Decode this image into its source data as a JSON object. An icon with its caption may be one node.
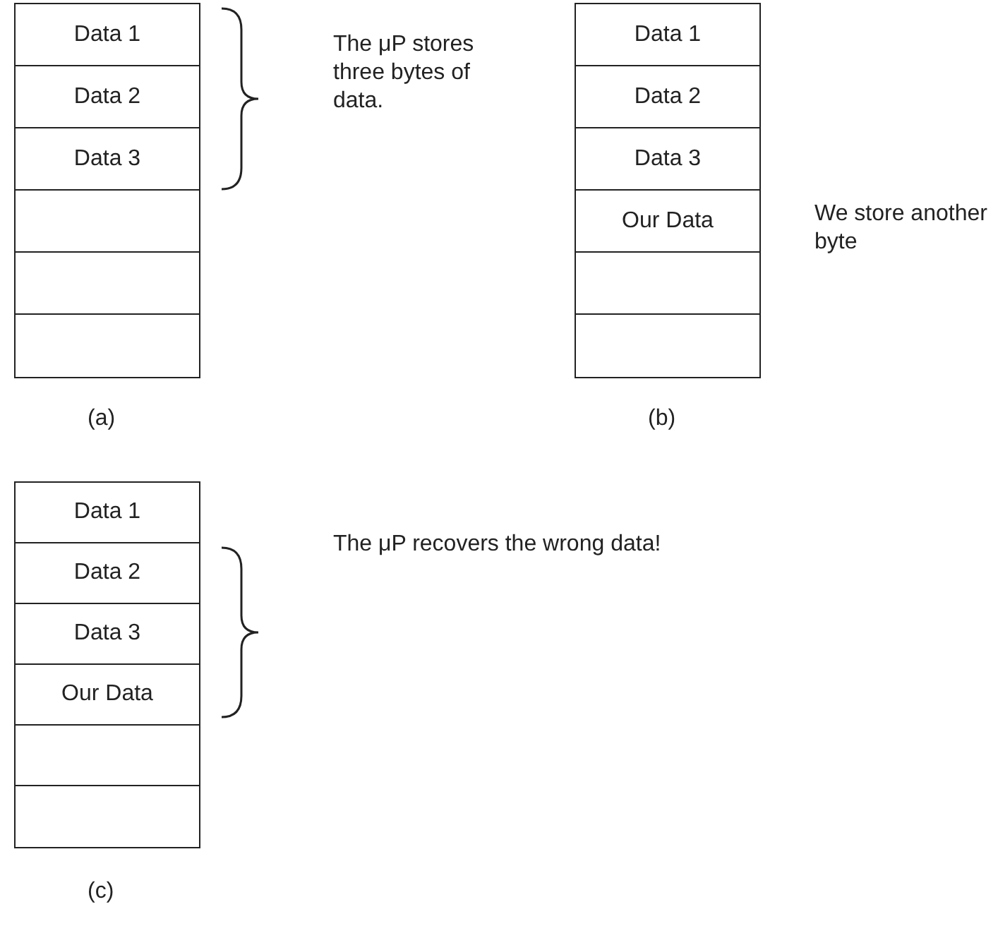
{
  "diagram": {
    "nodes": [
      {
        "text": [
          "Data 1"
        ]
      },
      {
        "text": [
          "Data 2"
        ]
      },
      {
        "text": [
          "Data 3"
        ]
      },
      {
        "text": [],
        "shape": "box"
      },
      {
        "text": [],
        "shape": "box"
      },
      {
        "text": [],
        "shape": "box"
      },
      {
        "text": [
          "Data 1"
        ]
      },
      {
        "text": [
          "Data 2"
        ]
      },
      {
        "text": [
          "Data 3"
        ]
      },
      {
        "text": [
          "Our Data"
        ]
      },
      {
        "text": [],
        "shape": "box"
      },
      {
        "text": [],
        "shape": "box"
      },
      {
        "text": [
          "Data 1"
        ]
      },
      {
        "text": [
          "Data 2"
        ]
      },
      {
        "text": [
          "Data 3"
        ]
      },
      {
        "text": [
          "Our Data"
        ]
      },
      {
        "text": [],
        "shape": "box"
      },
      {
        "text": [],
        "shape": "box"
      }
    ],
    "labels": [
      "The μP stores three bytes of data.",
      "(a)",
      "We store another byte",
      "(b)",
      "The μP recovers the wrong data!",
      "(c)"
    ]
  }
}
